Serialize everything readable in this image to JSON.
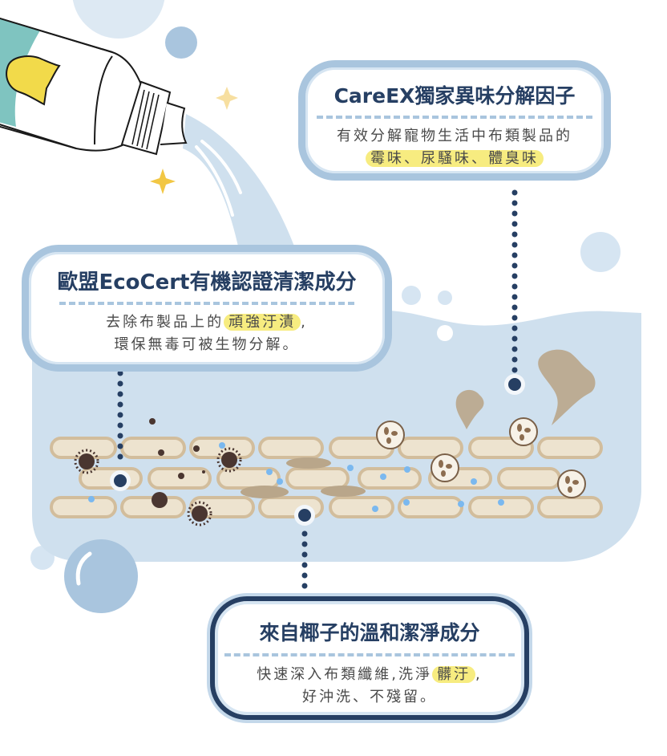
{
  "callouts": {
    "odor_factor": {
      "title": "CareEX獨家異味分解因子",
      "line1": "有效分解寵物生活中布類製品的",
      "highlight": "霉味、尿騷味、體臭味"
    },
    "ecocert": {
      "title": "歐盟EcoCert有機認證清潔成分",
      "line1_prefix": "去除布製品上的",
      "line1_highlight": "頑強汙漬",
      "line1_suffix": ",",
      "line2": "環保無毒可被生物分解。"
    },
    "coconut": {
      "title": "來自椰子的溫和潔淨成分",
      "line1_prefix": "快速深入布類纖維,洗淨",
      "line1_highlight": "髒汙",
      "line1_suffix": ",",
      "line2": "好沖洗、不殘留。"
    }
  },
  "colors": {
    "navy": "#263f63",
    "border_blue": "#a9c5de",
    "water": "#cfe0ee",
    "highlight_yellow": "#f7ec80",
    "fiber": "#ede3cf",
    "fiber_border": "#d2bd9c",
    "germ": "#4a3630",
    "star": "#f2c744",
    "tube_teal": "#7fc4c0",
    "tube_label_yellow": "#f2da4a"
  },
  "illustration": {
    "elements": [
      "cleanser-tube",
      "water-stream",
      "stars",
      "bubbles",
      "water-panel",
      "fabric-fibers",
      "germs",
      "dirt-stains",
      "odor-clouds",
      "cleaning-agents"
    ]
  }
}
